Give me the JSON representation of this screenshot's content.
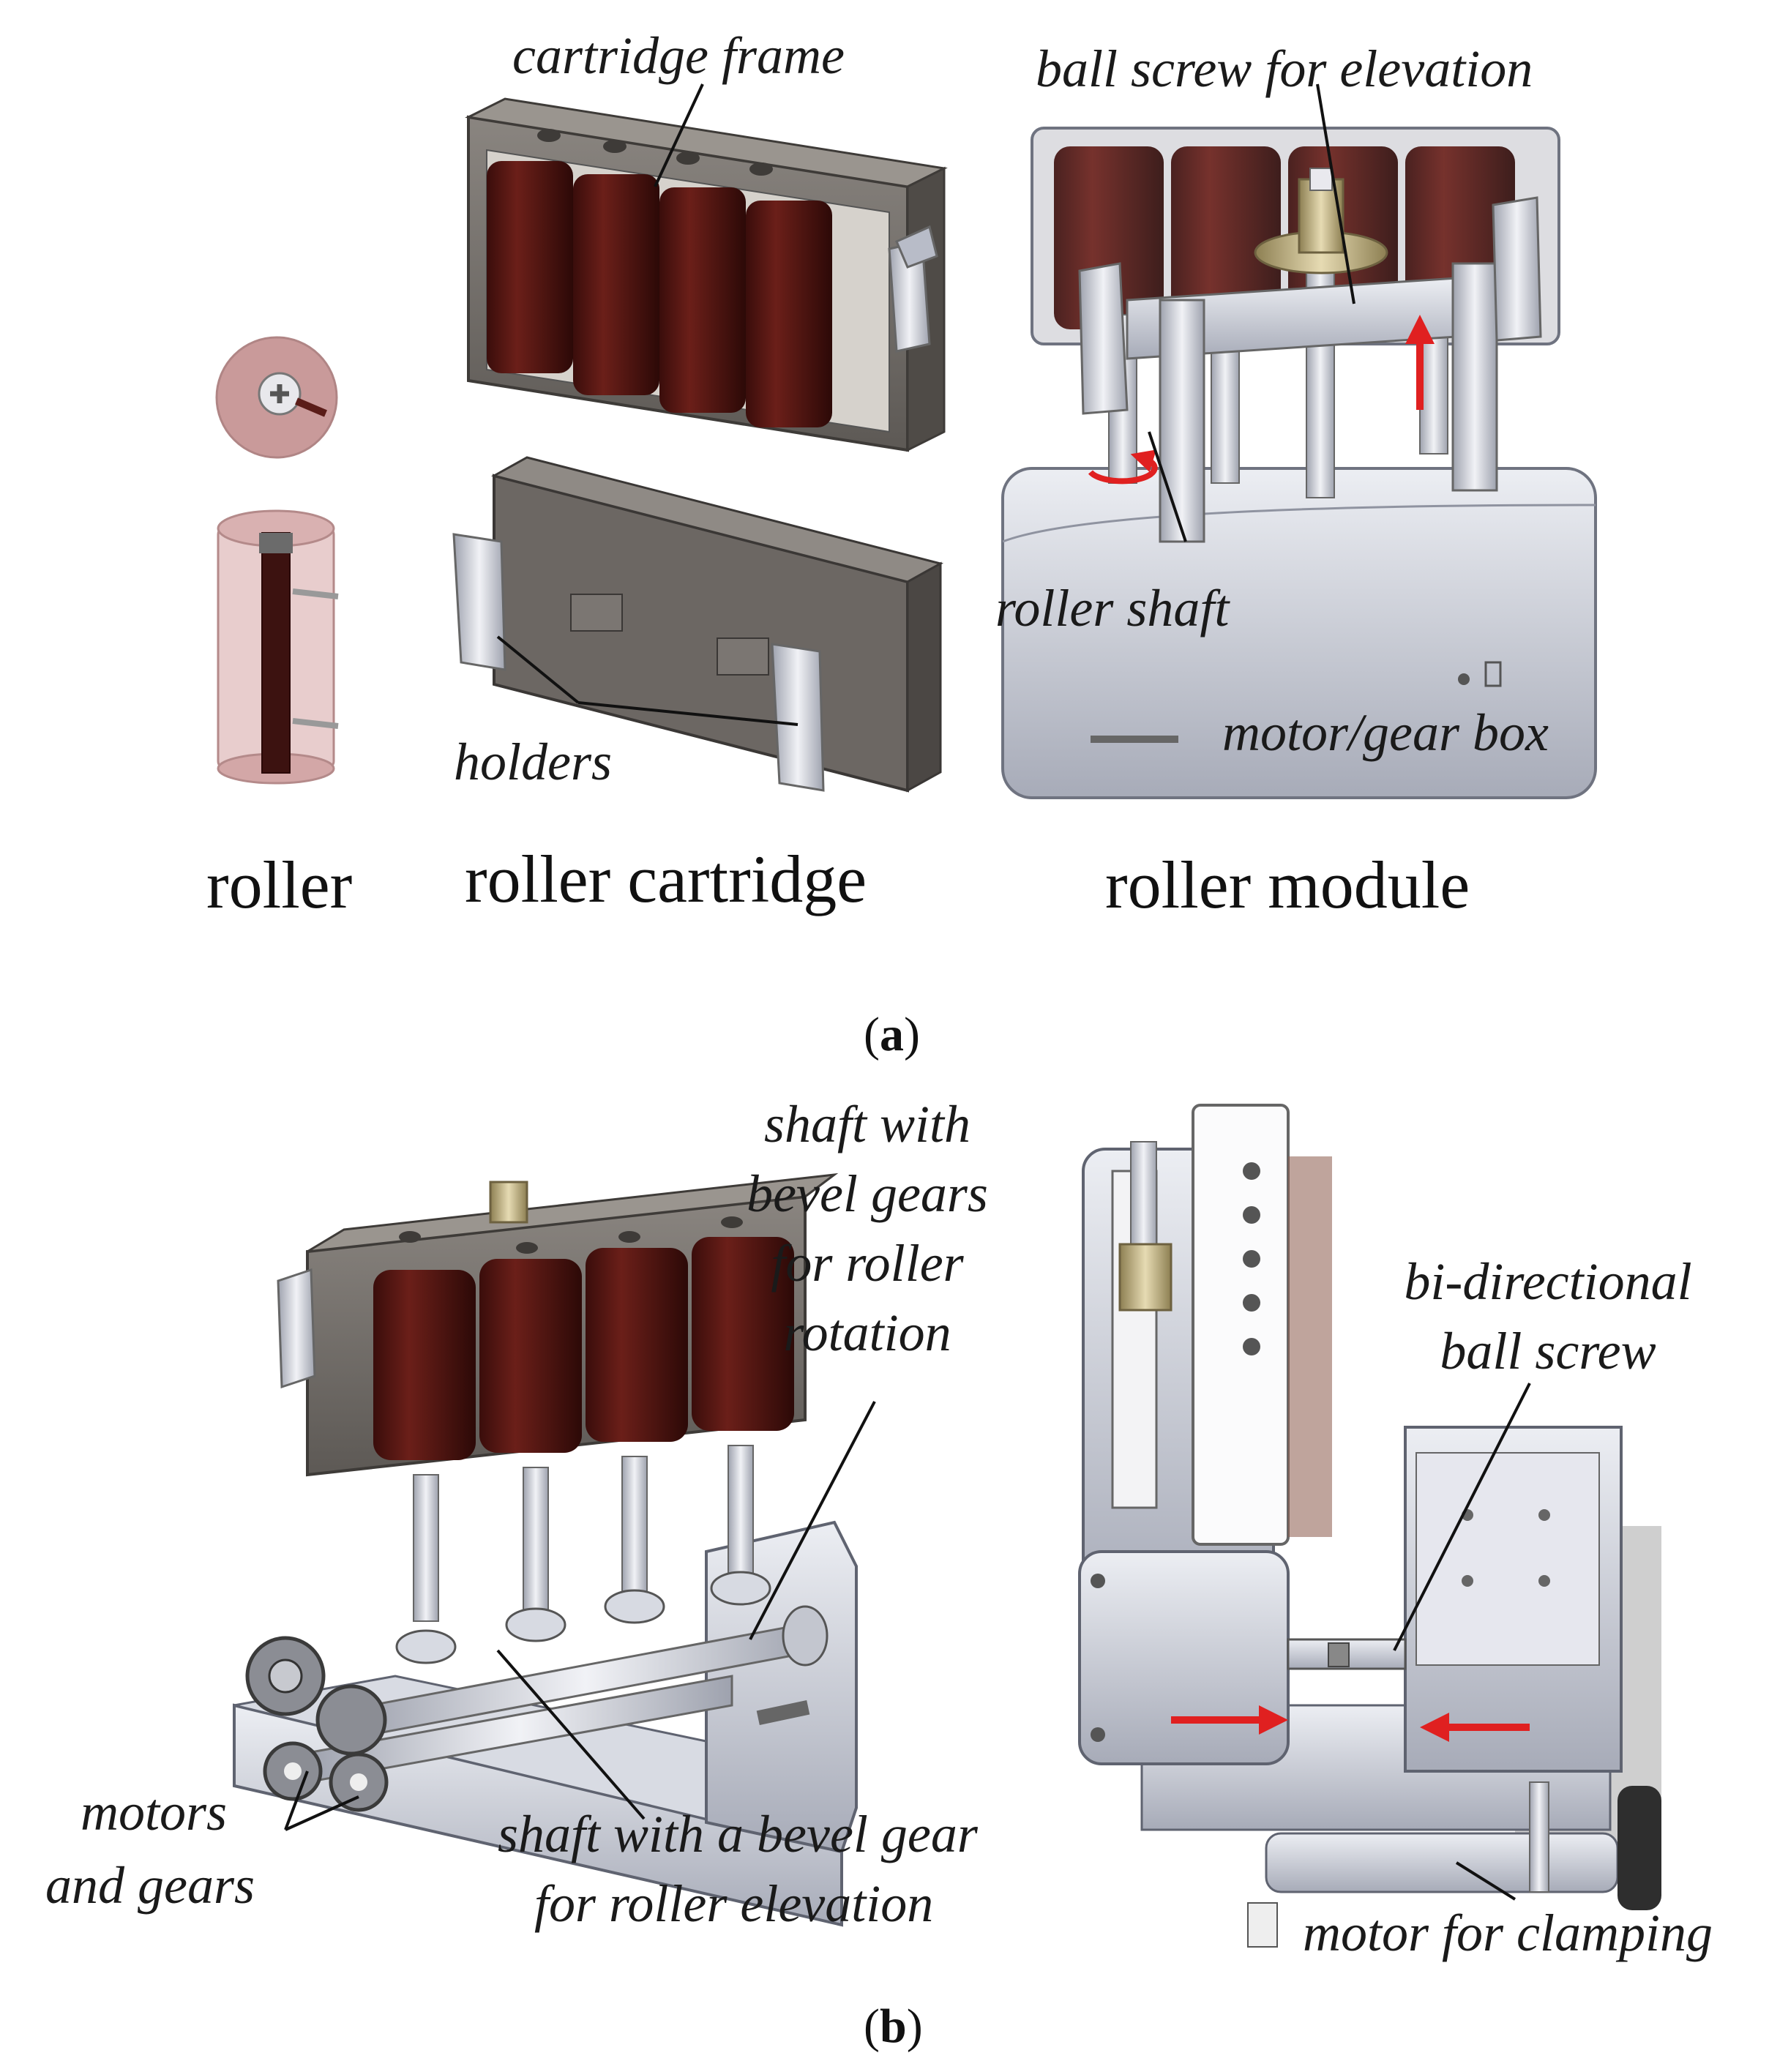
{
  "panel_a": {
    "label_open": "(",
    "label_letter": "a",
    "label_close": ")",
    "captions": {
      "roller": "roller",
      "roller_cartridge": "roller cartridge",
      "roller_module": "roller module"
    },
    "callouts": {
      "cartridge_frame": "cartridge frame",
      "ball_screw_elevation": "ball screw for elevation",
      "holders": "holders",
      "roller_shaft": "roller shaft",
      "motor_gear_box": "motor/gear box"
    }
  },
  "panel_b": {
    "label_open": "(",
    "label_letter": "b",
    "label_close": ")",
    "callouts": {
      "bevel_gears_line1": "shaft with",
      "bevel_gears_line2": "bevel gears",
      "bevel_gears_line3": "for roller",
      "bevel_gears_line4": "rotation",
      "bidirectional_line1": "bi-directional",
      "bidirectional_line2": "ball screw",
      "motors_line1": "motors",
      "motors_line2": "and gears",
      "elevation_line1": "shaft with a bevel gear",
      "elevation_line2": "for roller elevation",
      "motor_clamping": "motor for clamping"
    }
  },
  "colors": {
    "roller_red": "#5c1a16",
    "frame_gray": "#6e6a66",
    "metal_light": "#c9ccd6",
    "brass": "#c8b88a",
    "arrow_red": "#e02020"
  }
}
